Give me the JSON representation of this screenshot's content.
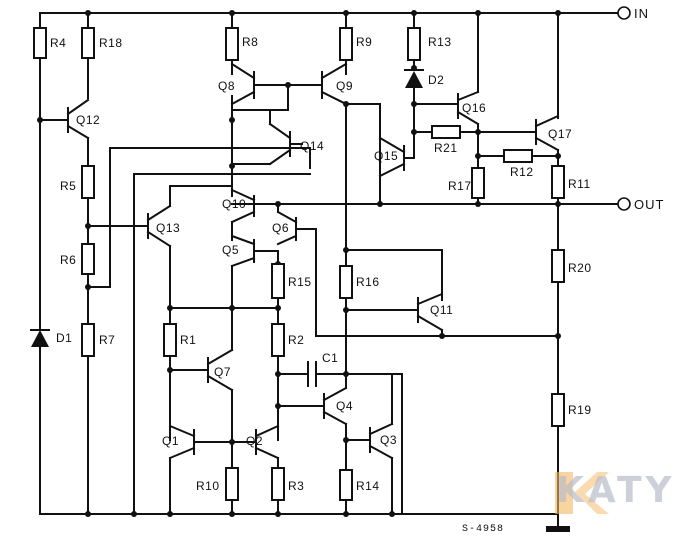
{
  "terminals": {
    "input": "IN",
    "output": "OUT"
  },
  "code": "S-4958",
  "watermark": {
    "text": "KATY",
    "accent": "#f4b860",
    "text_color": "#b9bdc8"
  },
  "resistors": [
    "R1",
    "R2",
    "R3",
    "R4",
    "R5",
    "R6",
    "R7",
    "R8",
    "R9",
    "R10",
    "R11",
    "R12",
    "R13",
    "R14",
    "R15",
    "R16",
    "R17",
    "R18",
    "R19",
    "R20",
    "R21"
  ],
  "transistors": [
    "Q1",
    "Q2",
    "Q3",
    "Q4",
    "Q5",
    "Q6",
    "Q7",
    "Q8",
    "Q9",
    "Q10",
    "Q11",
    "Q12",
    "Q13",
    "Q14",
    "Q15",
    "Q16",
    "Q17"
  ],
  "diodes": [
    "D1",
    "D2"
  ],
  "capacitors": [
    "C1"
  ]
}
